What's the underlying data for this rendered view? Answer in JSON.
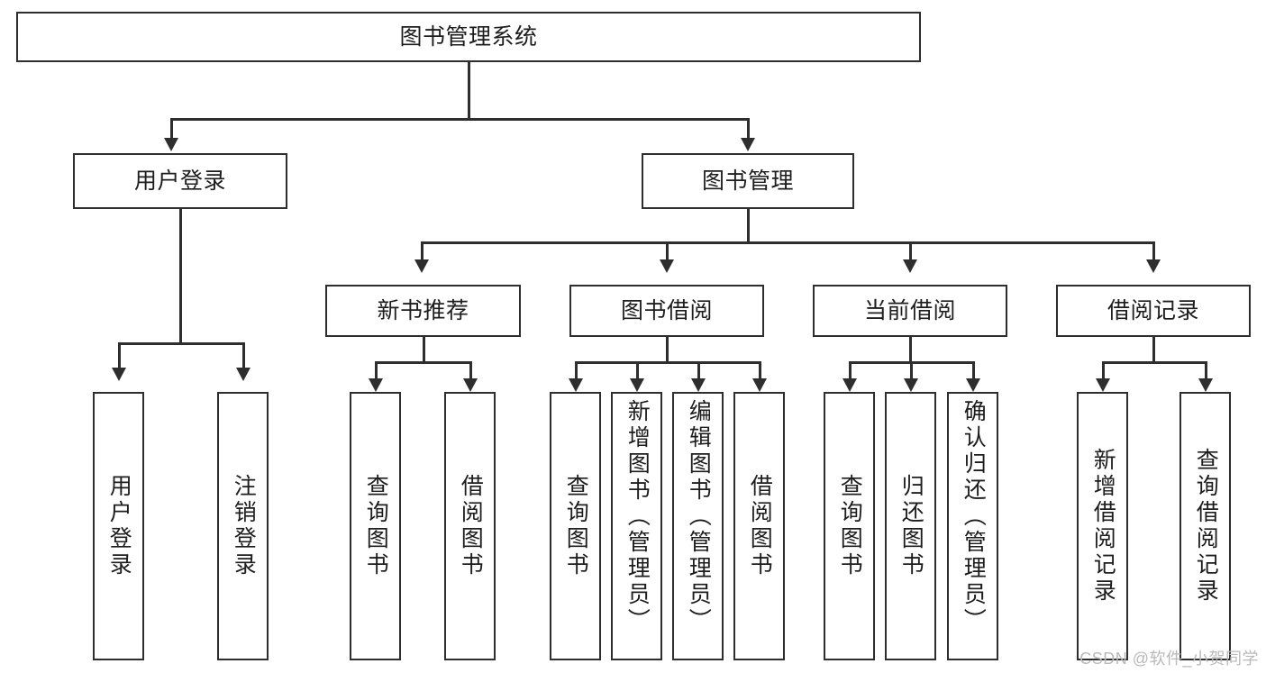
{
  "diagram": {
    "title": "图书管理系统",
    "watermark": "CSDN @软件_小贺同学",
    "nodes": {
      "root": "图书管理系统",
      "level2": [
        {
          "id": "user-login",
          "label": "用户登录"
        },
        {
          "id": "book-manage",
          "label": "图书管理"
        }
      ],
      "level3": [
        {
          "id": "new-book-recommend",
          "label": "新书推荐"
        },
        {
          "id": "book-borrow",
          "label": "图书借阅"
        },
        {
          "id": "current-borrow",
          "label": "当前借阅"
        },
        {
          "id": "borrow-record",
          "label": "借阅记录"
        }
      ],
      "leaves": {
        "user_login": [
          {
            "id": "leaf-user-login",
            "label": "用户登录"
          },
          {
            "id": "leaf-logout",
            "label": "注销登录"
          }
        ],
        "new_book_recommend": [
          {
            "id": "leaf-query-book-1",
            "label": "查询图书"
          },
          {
            "id": "leaf-borrow-book-1",
            "label": "借阅图书"
          }
        ],
        "book_borrow": [
          {
            "id": "leaf-query-book-2",
            "label": "查询图书"
          },
          {
            "id": "leaf-add-book",
            "label": "新增图书（管理员）"
          },
          {
            "id": "leaf-edit-book",
            "label": "编辑图书（管理员）"
          },
          {
            "id": "leaf-borrow-book-2",
            "label": "借阅图书"
          }
        ],
        "current_borrow": [
          {
            "id": "leaf-query-book-3",
            "label": "查询图书"
          },
          {
            "id": "leaf-return-book",
            "label": "归还图书"
          },
          {
            "id": "leaf-confirm-return",
            "label": "确认归还（管理员）"
          }
        ],
        "borrow_record": [
          {
            "id": "leaf-add-record",
            "label": "新增借阅记录"
          },
          {
            "id": "leaf-query-record",
            "label": "查询借阅记录"
          }
        ]
      }
    },
    "colors": {
      "stroke": "#2e2e2e",
      "background": "#ffffff",
      "text": "#1d1d1d",
      "watermark": "#b9b9b9"
    }
  }
}
